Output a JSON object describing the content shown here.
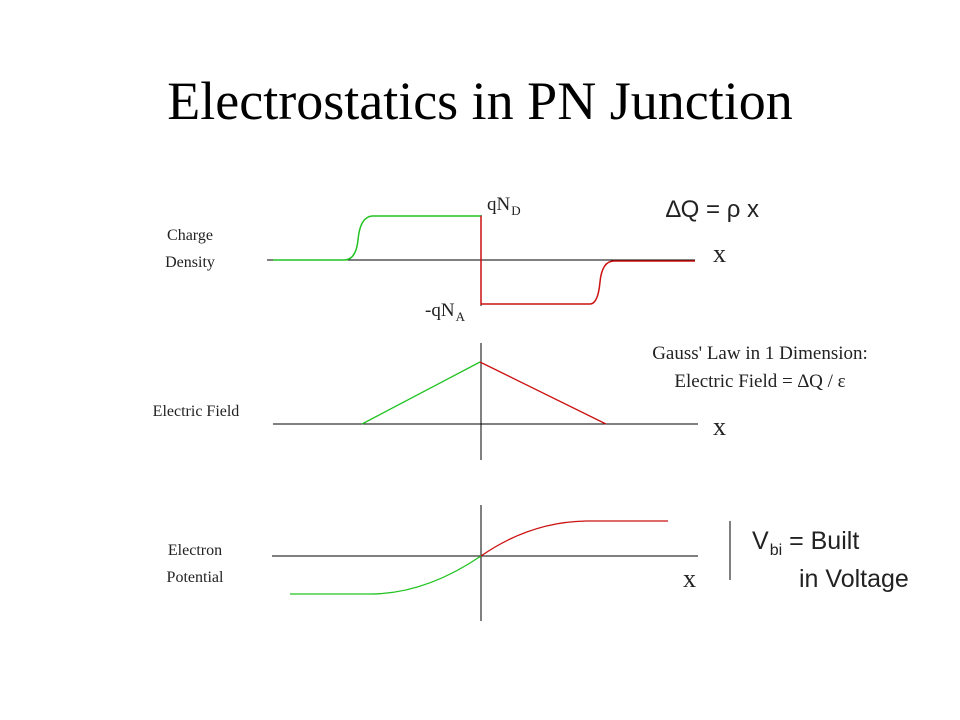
{
  "slide": {
    "title": "Electrostatics in PN Junction",
    "colors": {
      "p_side": "#22c322",
      "n_side": "#cc1111",
      "axis": "#000000",
      "text": "#222222"
    }
  },
  "charge_density": {
    "label_line1": "Charge",
    "label_line2": "Density",
    "qnd_main": "qN",
    "qnd_sub": "D",
    "qna_main": "-qN",
    "qna_sub": "A",
    "x_label": "x",
    "equation": "∆Q =  ρ  x"
  },
  "electric_field": {
    "label": "Electric Field",
    "x_label": "x",
    "gauss_line1": "Gauss' Law in 1 Dimension:",
    "gauss_line2": "Electric Field = ∆Q / ε"
  },
  "electron_potential": {
    "label_line1": "Electron",
    "label_line2": "Potential",
    "x_label": "x",
    "vbi_main": "V",
    "vbi_sub": "bi",
    "vbi_text1": " = Built",
    "vbi_text2": "in Voltage"
  }
}
